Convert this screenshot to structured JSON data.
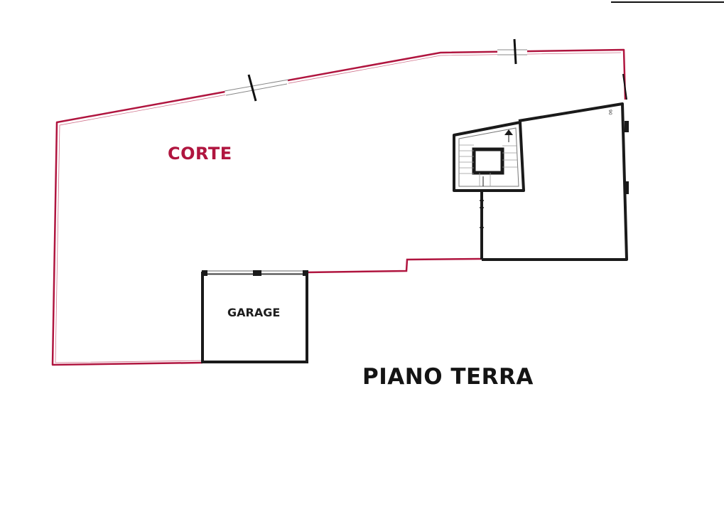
{
  "colors": {
    "boundary": "#b0153f",
    "walls": "#1a1a1a",
    "corte_text": "#b0153f",
    "background": "#ffffff"
  },
  "labels": {
    "corte": "CORTE",
    "garage": "GARAGE",
    "floor_title": "PIANO TERRA"
  },
  "annotations": {
    "stair_note": "90"
  }
}
